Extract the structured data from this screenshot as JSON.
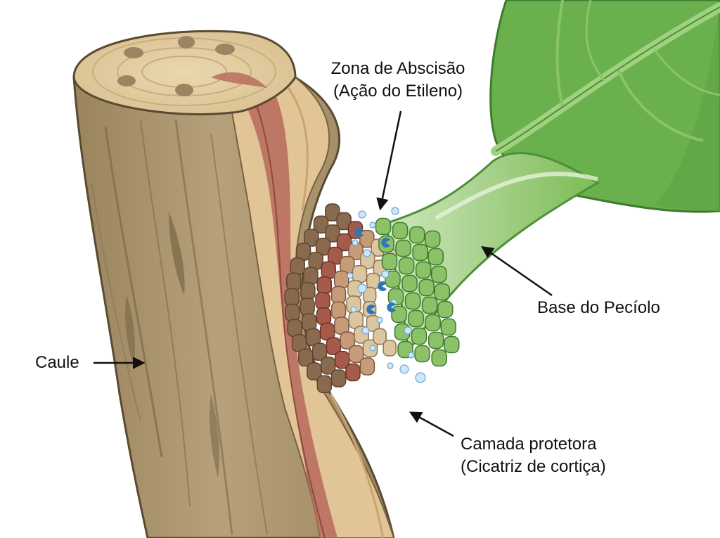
{
  "labels": {
    "abscission_zone": {
      "line1": "Zona de Abscisão",
      "line2": "(Ação do Etileno)"
    },
    "petiole_base": "Base do Pecíolo",
    "stem": "Caule",
    "protective_layer": {
      "line1": "Camada protetora",
      "line2": "(Cicatriz de cortiça)"
    }
  },
  "colors": {
    "bark": "#b09a72",
    "bark_dark": "#7d6a48",
    "cut_face": "#e3cfa3",
    "cortex": "#d9b98a",
    "phloem": "#b6685a",
    "cork_cells": "#8a6a4e",
    "cork_red": "#a55a4a",
    "separation_cells": "#dcc6a0",
    "leaf_green": "#6ab04c",
    "leaf_dark": "#4a9238",
    "petiole": "#a9d08a",
    "petiole_cells": "#8cc267",
    "enzyme_blue": "#2f78b5",
    "droplet": "#cfe6f6",
    "arrow": "#111111"
  }
}
